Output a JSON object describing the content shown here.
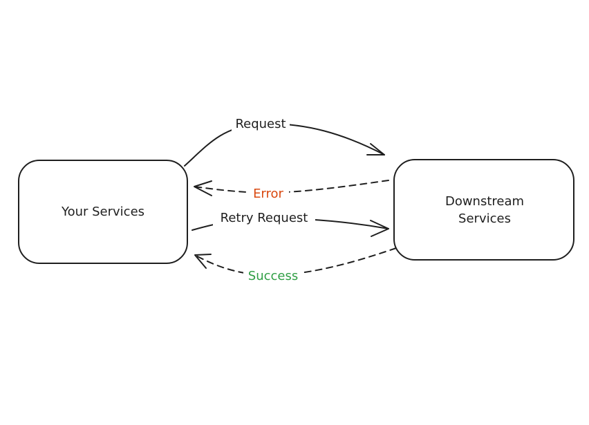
{
  "nodes": {
    "your_services": {
      "label": "Your Services"
    },
    "downstream": {
      "line1": "Downstream",
      "line2": "Services"
    }
  },
  "edges": {
    "request": {
      "label": "Request",
      "style": "solid",
      "color": "#1e1e1e"
    },
    "error": {
      "label": "Error",
      "style": "dashed",
      "color": "#d9480f"
    },
    "retry": {
      "label": "Retry Request",
      "style": "solid",
      "color": "#1e1e1e"
    },
    "success": {
      "label": "Success",
      "style": "dashed",
      "color": "#2f9e44"
    }
  }
}
